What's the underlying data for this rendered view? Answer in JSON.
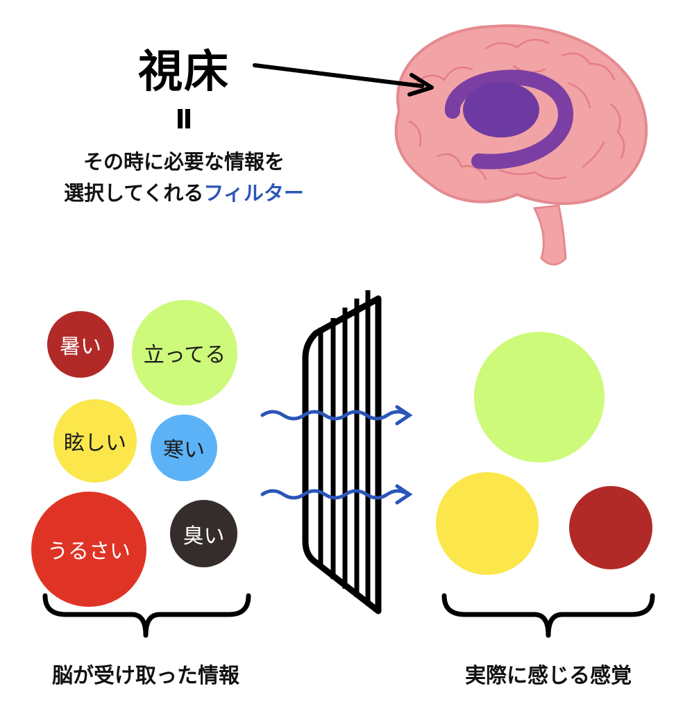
{
  "header": {
    "title": "視床",
    "equals": "Ⅱ",
    "description_line1": "その時に必要な情報を",
    "description_line2_prefix": "選択してくれる",
    "description_line2_accent": "フィルター"
  },
  "inputs": [
    {
      "label": "暑い",
      "color": "#b22a28"
    },
    {
      "label": "立ってる",
      "color": "#cdfa7a"
    },
    {
      "label": "眩しい",
      "color": "#fbe74b"
    },
    {
      "label": "寒い",
      "color": "#5cb2f7"
    },
    {
      "label": "うるさい",
      "color": "#df3425"
    },
    {
      "label": "臭い",
      "color": "#352d2b"
    }
  ],
  "outputs": [
    {
      "color": "#cdfa7a"
    },
    {
      "color": "#fbe74b"
    },
    {
      "color": "#b22a28"
    }
  ],
  "captions": {
    "left": "脳が受け取った情報",
    "right": "実際に感じる感覚"
  },
  "colors": {
    "accent": "#2b55b8",
    "brain": "#f2a3a6",
    "thalamus": "#7b3fa3",
    "wave": "#2b55b8"
  }
}
